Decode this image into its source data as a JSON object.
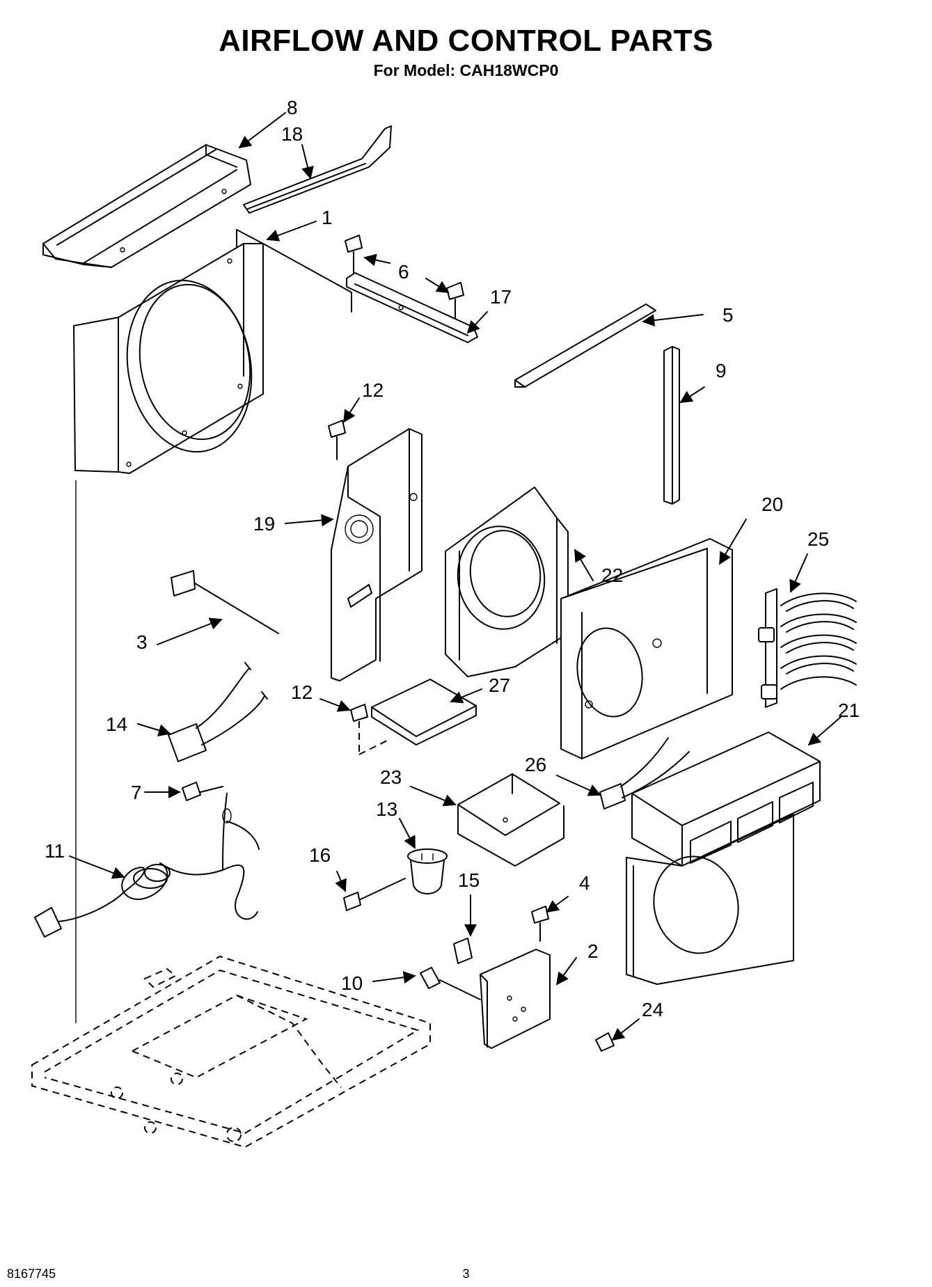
{
  "header": {
    "title": "AIRFLOW AND CONTROL PARTS",
    "subtitle": "For Model: CAH18WCP0"
  },
  "callouts": [
    {
      "id": "c1",
      "label": "1"
    },
    {
      "id": "c2",
      "label": "2"
    },
    {
      "id": "c3",
      "label": "3"
    },
    {
      "id": "c4",
      "label": "4"
    },
    {
      "id": "c5",
      "label": "5"
    },
    {
      "id": "c6",
      "label": "6"
    },
    {
      "id": "c7",
      "label": "7"
    },
    {
      "id": "c8",
      "label": "8"
    },
    {
      "id": "c9",
      "label": "9"
    },
    {
      "id": "c10",
      "label": "10"
    },
    {
      "id": "c11",
      "label": "11"
    },
    {
      "id": "c12a",
      "label": "12"
    },
    {
      "id": "c12b",
      "label": "12"
    },
    {
      "id": "c13",
      "label": "13"
    },
    {
      "id": "c14",
      "label": "14"
    },
    {
      "id": "c15",
      "label": "15"
    },
    {
      "id": "c16",
      "label": "16"
    },
    {
      "id": "c17",
      "label": "17"
    },
    {
      "id": "c18",
      "label": "18"
    },
    {
      "id": "c19",
      "label": "19"
    },
    {
      "id": "c20",
      "label": "20"
    },
    {
      "id": "c21",
      "label": "21"
    },
    {
      "id": "c22",
      "label": "22"
    },
    {
      "id": "c23",
      "label": "23"
    },
    {
      "id": "c24",
      "label": "24"
    },
    {
      "id": "c25",
      "label": "25"
    },
    {
      "id": "c26",
      "label": "26"
    },
    {
      "id": "c27",
      "label": "27"
    }
  ],
  "footer": {
    "doc_number": "8167745",
    "page_number": "3"
  }
}
